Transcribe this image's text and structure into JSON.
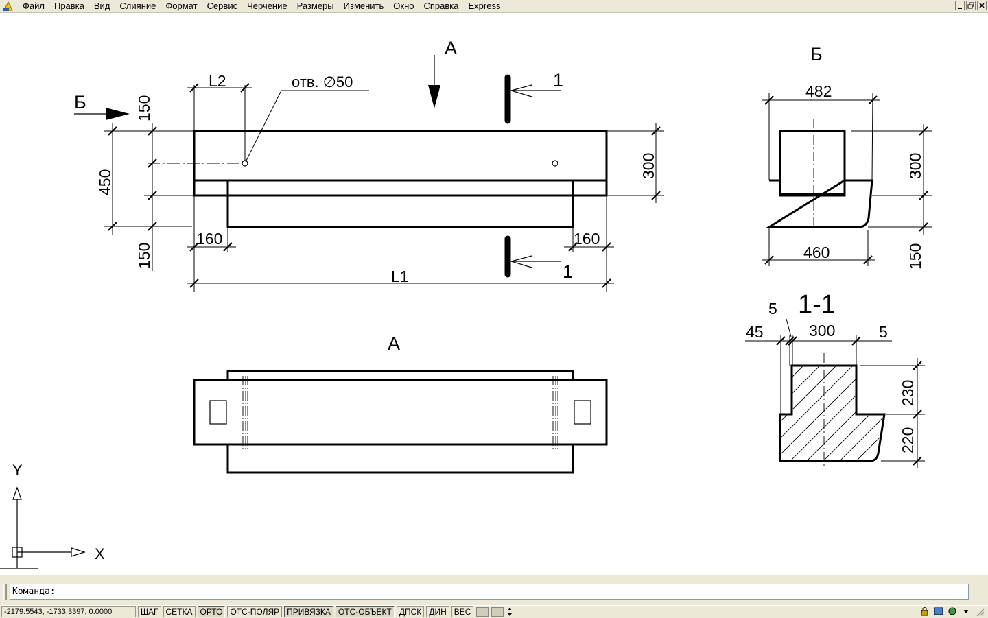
{
  "menu": {
    "items": [
      "Файл",
      "Правка",
      "Вид",
      "Слияние",
      "Формат",
      "Сервис",
      "Черчение",
      "Размеры",
      "Изменить",
      "Окно",
      "Справка",
      "Express"
    ]
  },
  "drawing": {
    "front_view": {
      "dim_top": "L2",
      "hole_note": "отв. ∅50",
      "dim_left_top": "150",
      "dim_left_total": "450",
      "dim_left_bottom": "150",
      "dim_right": "300",
      "dim_bottom_left": "160",
      "dim_bottom_right": "160",
      "dim_total": "L1"
    },
    "markers": {
      "view_a_arrow": "А",
      "view_b_arrow": "Б",
      "section_top": "1",
      "section_bottom": "1"
    },
    "view_a": {
      "title": "А"
    },
    "view_b": {
      "title": "Б",
      "dim_top": "482",
      "dim_bottom": "460",
      "dim_right_top": "300",
      "dim_right_bottom": "150"
    },
    "section_1_1": {
      "title": "1-1",
      "dim_5_top": "5",
      "dim_45": "45",
      "dim_300": "300",
      "dim_5_right": "5",
      "dim_230": "230",
      "dim_220": "220"
    },
    "ucs": {
      "x_label": "X",
      "y_label": "Y"
    }
  },
  "command": {
    "prompt": "Команда:"
  },
  "status": {
    "coords": "-2179.5543, -1733.3397, 0.0000",
    "toggles": [
      {
        "label": "ШАГ",
        "on": false
      },
      {
        "label": "СЕТКА",
        "on": false
      },
      {
        "label": "ОРТО",
        "on": true
      },
      {
        "label": "ОТС-ПОЛЯР",
        "on": false
      },
      {
        "label": "ПРИВЯЗКА",
        "on": true
      },
      {
        "label": "ОТС-ОБЪЕКТ",
        "on": true
      },
      {
        "label": "ДПСК",
        "on": false
      },
      {
        "label": "ДИН",
        "on": false
      },
      {
        "label": "ВЕС",
        "on": false
      }
    ]
  }
}
